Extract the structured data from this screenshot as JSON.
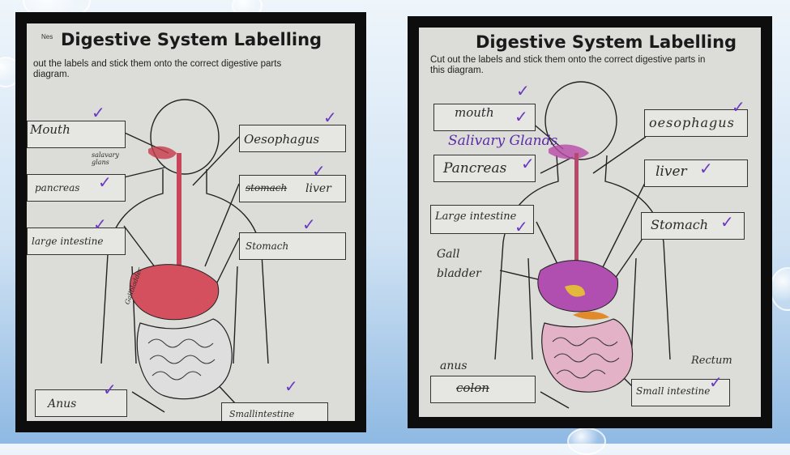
{
  "left_sheet": {
    "corner_note": "Nes",
    "title": "Digestive System Labelling",
    "instruction_line1": "out the labels and stick them onto the correct digestive parts",
    "instruction_line2": "diagram.",
    "labels": {
      "mouth": "Mouth",
      "salivary": "salavary glans",
      "pancreas": "pancreas",
      "large_intestine": "large intestine",
      "anus": "Anus",
      "oesophagus": "Oesophagus",
      "liver": "liver",
      "liver_crossed": "stomach",
      "stomach": "Stomach",
      "small_intestine": "Smallintestine",
      "gallbladder": "Gallbladder"
    }
  },
  "right_sheet": {
    "title": "Digestive System Labelling",
    "instruction_line1": "Cut out the labels and stick them onto the correct digestive parts in",
    "instruction_line2": "this diagram.",
    "labels": {
      "mouth": "mouth",
      "salivary": "Salivary Glands",
      "pancreas": "Pancreas",
      "large_intestine": "Large intestine",
      "gall_bladder_line1": "Gall",
      "gall_bladder_line2": "bladder",
      "anus": "anus",
      "colon_crossed": "colon",
      "oesophagus": "oesophagus",
      "liver": "liver",
      "stomach": "Stomach",
      "rectum": "Rectum",
      "small_intestine": "Small intestine"
    }
  },
  "colors": {
    "background_top": "#eef5fb",
    "background_bottom": "#8fb9e3",
    "frame": "#0d0d0d",
    "paper": "#dcdcd8",
    "tick_purple": "#6a38c2",
    "organ_red": "#c83a4a",
    "organ_pink": "#d98aa8"
  },
  "icons": [
    "tick-mark-icon",
    "bubble-decoration"
  ]
}
